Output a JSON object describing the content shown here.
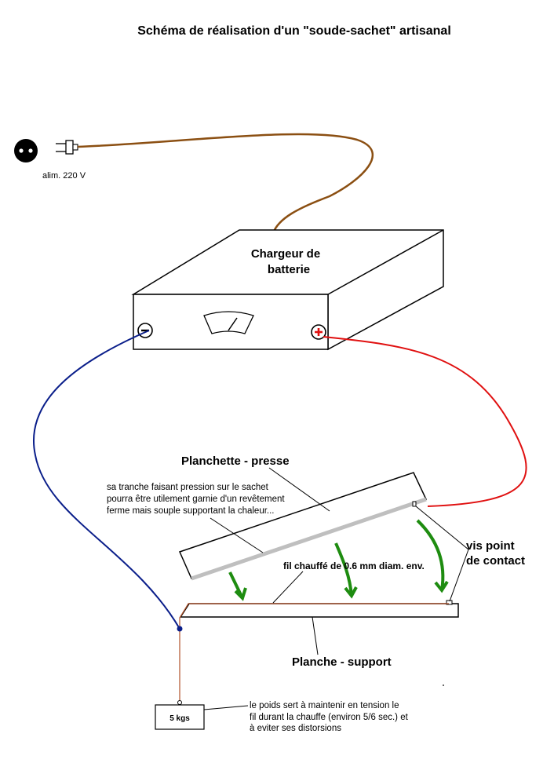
{
  "title": "Schéma de réalisation d'un \"soude-sachet\" artisanal",
  "labels": {
    "power": "alim. 220 V",
    "charger_line1": "Chargeur de",
    "charger_line2": "batterie",
    "planchette": "Planchette - presse",
    "planchette_note_1": "sa tranche faisant pression sur le sachet",
    "planchette_note_2": "pourra être utilement garnie d'un revêtement",
    "planchette_note_3": "ferme mais souple supportant la chaleur...",
    "wire": "fil chauffé de 0.6 mm diam. env.",
    "screw_1": "vis point",
    "screw_2": "de contact",
    "planche": "Planche - support",
    "weight": "5 kgs",
    "weight_note_1": "le poids sert à maintenir en tension le",
    "weight_note_2": "fil durant la chauffe (environ 5/6 sec.) et",
    "weight_note_3": " à eviter ses distorsions",
    "minus": "−",
    "plus": "+"
  },
  "colors": {
    "mains_cable": "#8b4f12",
    "negative_wire": "#0a1e8a",
    "positive_wire": "#e01010",
    "heating_wire": "#b0522a",
    "arrows": "#1e8c10",
    "press_edge": "#bfbfbf"
  }
}
